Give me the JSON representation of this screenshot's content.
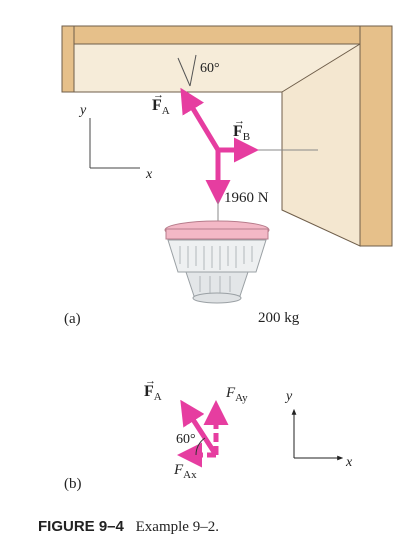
{
  "part_a": {
    "label": "(a)",
    "angle": "60°",
    "force_a": {
      "symbol": "F",
      "sub": "A"
    },
    "force_b": {
      "symbol": "F",
      "sub": "B"
    },
    "weight": "1960 N",
    "mass": "200 kg",
    "axis_y": "y",
    "axis_x": "x"
  },
  "part_b": {
    "label": "(b)",
    "angle": "60°",
    "force_a": {
      "symbol": "F",
      "sub": "A"
    },
    "component_y": {
      "symbol": "F",
      "sub": "Ay"
    },
    "component_x": {
      "symbol": "F",
      "sub": "Ax"
    },
    "axis_y": "y",
    "axis_x": "x"
  },
  "caption": {
    "figure": "FIGURE 9–4",
    "text": "Example 9–2."
  },
  "colors": {
    "wall": "#e6c08a",
    "ceiling": "#f6ecd9",
    "wall_edge": "#6f5e4a",
    "force": "#e63da0",
    "chandelier": "#f3b8c6"
  }
}
